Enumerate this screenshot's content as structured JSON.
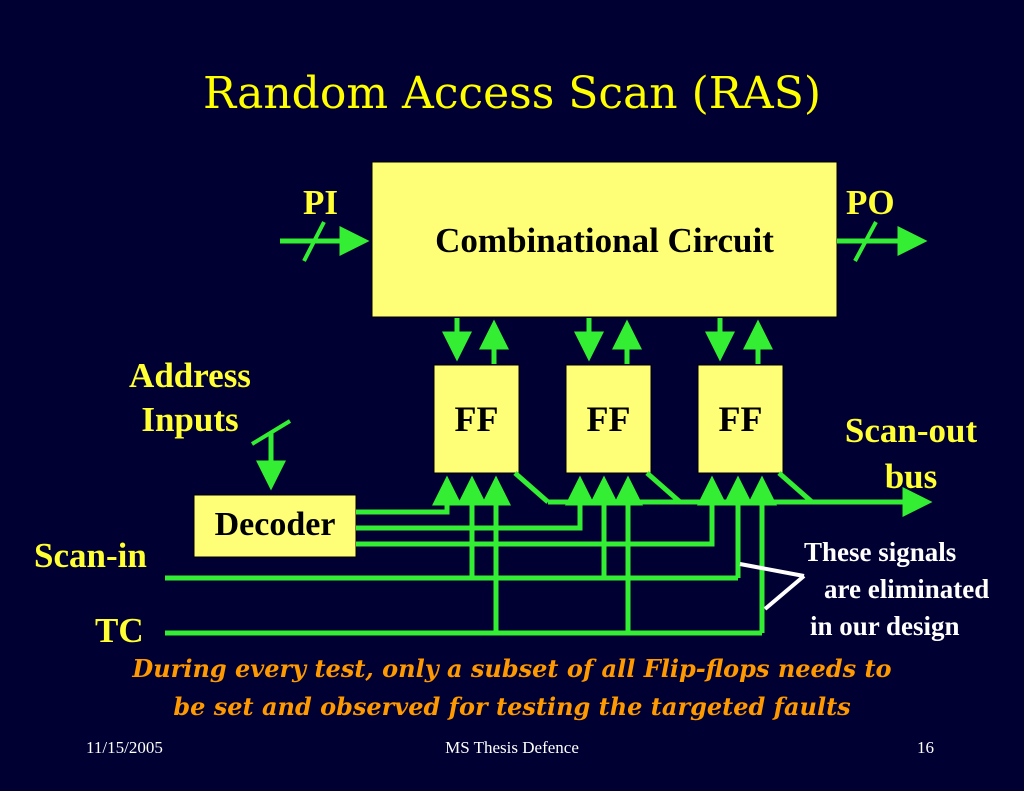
{
  "title": "Random Access Scan (RAS)",
  "diagram": {
    "combinational_circuit": "Combinational Circuit",
    "pi": "PI",
    "po": "PO",
    "flip_flops": [
      "FF",
      "FF",
      "FF"
    ],
    "address_inputs": [
      "Address",
      "Inputs"
    ],
    "decoder": "Decoder",
    "scan_in": "Scan-in",
    "tc": "TC",
    "scan_out_bus": [
      "Scan-out",
      "bus"
    ],
    "note": [
      "These signals",
      "are eliminated",
      "in our design"
    ]
  },
  "caption": [
    "During every test, only a subset of all Flip-flops needs to",
    "be set and observed for testing the targeted faults"
  ],
  "footer": {
    "date": "11/15/2005",
    "center": "MS Thesis Defence",
    "page": "16"
  },
  "colors": {
    "background": "#000033",
    "title": "#ffff00",
    "box_fill": "#ffff77",
    "wire": "#33ee33",
    "label": "#ffff33",
    "caption": "#ff9900"
  }
}
